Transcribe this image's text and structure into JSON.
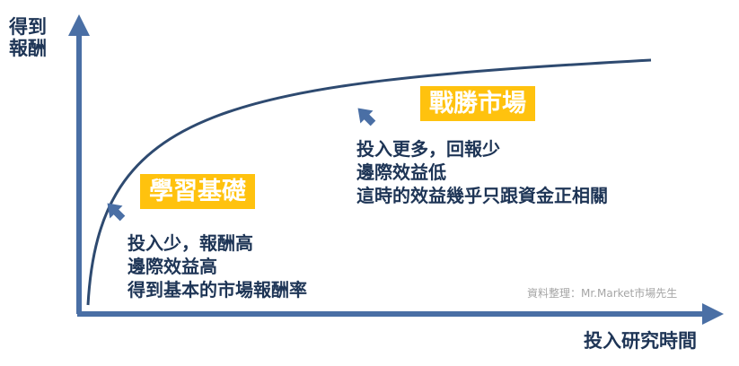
{
  "y_axis_label": [
    "得到",
    "報酬"
  ],
  "x_axis_label": "投入研究時間",
  "phases": [
    {
      "badge": "學習基礎",
      "notes": [
        "投入少，報酬高",
        "邊際效益高",
        "得到基本的市場報酬率"
      ]
    },
    {
      "badge": "戰勝市場",
      "notes": [
        "投入更多，回報少",
        "邊際效益低",
        "這時的效益幾乎只跟資金正相關"
      ]
    }
  ],
  "source": "資料整理：Mr.Market市場先生",
  "colors": {
    "axis": "#4a6fa5",
    "curve": "#2e4a70",
    "badge_bg": "#ffc20e",
    "badge_text": "#ffffff",
    "text": "#1e3556",
    "source_text": "#a6a6a6"
  },
  "icons": [
    "arrow-up-icon",
    "arrow-right-icon",
    "pointer-arrow-icon"
  ]
}
